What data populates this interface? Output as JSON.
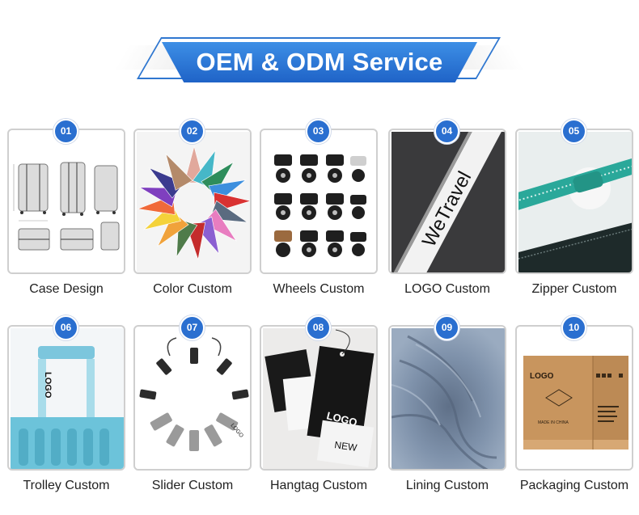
{
  "banner": {
    "title": "OEM & ODM Service"
  },
  "cards": [
    {
      "number": "01",
      "label": "Case Design"
    },
    {
      "number": "02",
      "label": "Color Custom"
    },
    {
      "number": "03",
      "label": "Wheels Custom"
    },
    {
      "number": "04",
      "label": "LOGO Custom",
      "print": "WeTravel"
    },
    {
      "number": "05",
      "label": "Zipper Custom"
    },
    {
      "number": "06",
      "label": "Trolley Custom",
      "print": "LOGO"
    },
    {
      "number": "07",
      "label": "Slider Custom",
      "print": "LOGO"
    },
    {
      "number": "08",
      "label": "Hangtag Custom",
      "print": "LOGO",
      "print_2": "NEW"
    },
    {
      "number": "09",
      "label": "Lining Custom"
    },
    {
      "number": "10",
      "label": "Packaging Custom",
      "print": "LOGO",
      "print_2": "MADE IN CHINA"
    }
  ],
  "colors": {
    "accent": "#2a6fd0",
    "teal": "#2aa89a",
    "kraft": "#c8955e"
  }
}
